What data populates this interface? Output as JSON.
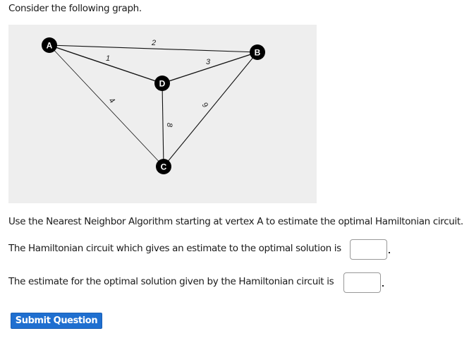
{
  "intro": "Consider the following graph.",
  "graph": {
    "nodes": [
      {
        "id": "A",
        "label": "A"
      },
      {
        "id": "B",
        "label": "B"
      },
      {
        "id": "C",
        "label": "C"
      },
      {
        "id": "D",
        "label": "D"
      }
    ],
    "edges": [
      {
        "from": "A",
        "to": "B",
        "weight": "2"
      },
      {
        "from": "A",
        "to": "D",
        "weight": "1"
      },
      {
        "from": "A",
        "to": "C",
        "weight": "4"
      },
      {
        "from": "D",
        "to": "B",
        "weight": "3"
      },
      {
        "from": "D",
        "to": "C",
        "weight": "8"
      },
      {
        "from": "B",
        "to": "C",
        "weight": "6"
      }
    ]
  },
  "instruction": "Use the Nearest Neighbor Algorithm starting at vertex A to estimate the optimal Hamiltonian circuit.",
  "questions": {
    "circuit_prompt": "The Hamiltonian circuit which gives an estimate to the optimal solution is",
    "circuit_value": "",
    "estimate_prompt": "The estimate for the optimal solution given by the Hamiltonian circuit is",
    "estimate_value": ""
  },
  "submit_label": "Submit Question",
  "colors": {
    "panel_bg": "#eeeeee",
    "node_fill": "#000000",
    "button_bg": "#1f6fd0"
  }
}
